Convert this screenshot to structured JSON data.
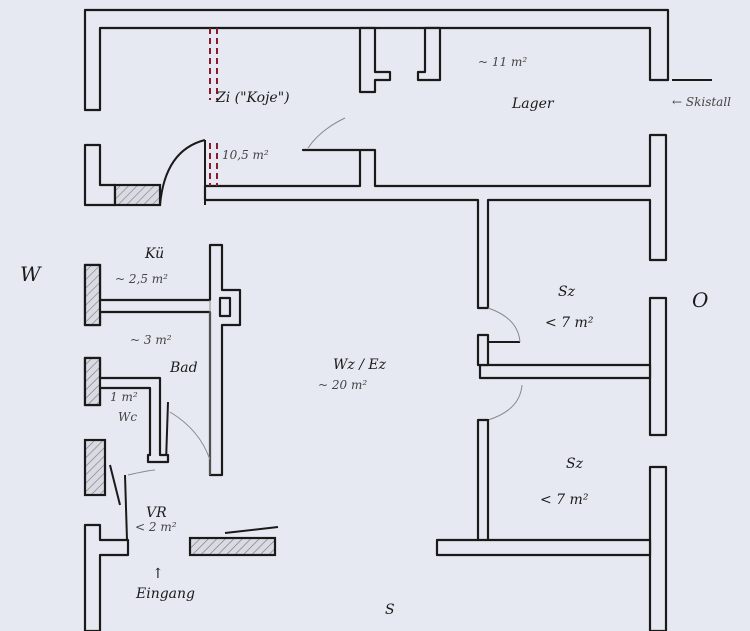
{
  "compass": {
    "west": "W",
    "east": "O",
    "south": "S"
  },
  "rooms": {
    "zimmer": {
      "name": "Zi (\"Koje\")",
      "area": "10,5 m²"
    },
    "lager": {
      "name": "Lager",
      "area": "~ 11 m²"
    },
    "skistall": {
      "label": "← Skistall"
    },
    "kueche": {
      "name": "Kü",
      "area": "~ 2,5 m²"
    },
    "flur_area": "~ 3 m²",
    "bad": {
      "name": "Bad"
    },
    "wc": {
      "name": "Wc",
      "area": "1 m²"
    },
    "vorraum": {
      "name": "VR",
      "area": "< 2 m²"
    },
    "eingang": {
      "name": "Eingang",
      "arrow": "↑"
    },
    "wohnzimmer": {
      "name": "Wz / Ez",
      "area": "~ 20 m²"
    },
    "schlafzimmer1": {
      "name": "Sz",
      "area": "< 7 m²"
    },
    "schlafzimmer2": {
      "name": "Sz",
      "area": "< 7 m²"
    }
  }
}
